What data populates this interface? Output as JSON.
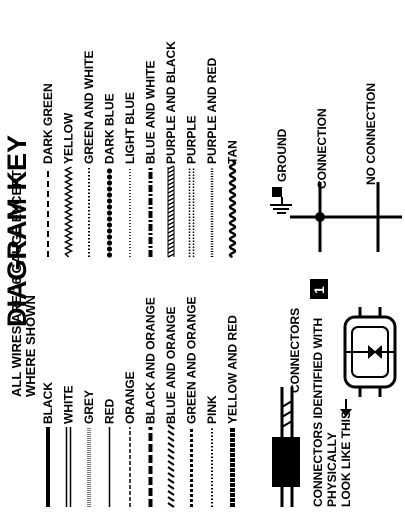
{
  "title": "DIAGRAM KEY",
  "note_line1": "ALL WIRES ARE 16 GAUGE EXCEPT",
  "note_line2": "WHERE SHOWN",
  "wires_left": [
    {
      "id": "black",
      "label": "BLACK",
      "pattern": "solid-black"
    },
    {
      "id": "white",
      "label": "WHITE",
      "pattern": "double-line"
    },
    {
      "id": "grey",
      "label": "GREY",
      "pattern": "stipple"
    },
    {
      "id": "red",
      "label": "RED",
      "pattern": "thin-line"
    },
    {
      "id": "orange",
      "label": "ORANGE",
      "pattern": "thin-dashed"
    },
    {
      "id": "black-orange",
      "label": "BLACK AND ORANGE",
      "pattern": "thick-dashed"
    },
    {
      "id": "blue-orange",
      "label": "BLUE AND ORANGE",
      "pattern": "slanted-dashes"
    },
    {
      "id": "green-orange",
      "label": "GREEN AND ORANGE",
      "pattern": "small-dashes"
    },
    {
      "id": "pink",
      "label": "PINK",
      "pattern": "dotted-thin"
    },
    {
      "id": "yellow-red",
      "label": "YELLOW AND RED",
      "pattern": "beaded"
    }
  ],
  "wires_right": [
    {
      "id": "dark-green",
      "label": "DARK GREEN",
      "pattern": "long-dash"
    },
    {
      "id": "yellow",
      "label": "YELLOW",
      "pattern": "zigzag"
    },
    {
      "id": "green-white",
      "label": "GREEN AND WHITE",
      "pattern": "dotted-thin"
    },
    {
      "id": "dark-blue",
      "label": "DARK BLUE",
      "pattern": "heavy-dots"
    },
    {
      "id": "light-blue",
      "label": "LIGHT BLUE",
      "pattern": "fine-dots"
    },
    {
      "id": "blue-white",
      "label": "BLUE AND WHITE",
      "pattern": "dash-dot"
    },
    {
      "id": "purple-black",
      "label": "PURPLE AND BLACK",
      "pattern": "twisted"
    },
    {
      "id": "purple",
      "label": "PURPLE",
      "pattern": "double-dotted"
    },
    {
      "id": "purple-red",
      "label": "PURPLE AND RED",
      "pattern": "dotted-dense"
    },
    {
      "id": "tan",
      "label": "TAN",
      "pattern": "wave"
    }
  ],
  "ground_label": "GROUND",
  "connection_label": "CONNECTION",
  "no_connection_label": "NO CONNECTION",
  "connectors_label": "CONNECTORS",
  "connectors_note_line1": "CONNECTORS IDENTIFIED WITH",
  "connectors_note_line2": "PHYSICALLY",
  "connectors_note_line3": "LOOK LIKE THIS",
  "connector_badge": "1"
}
